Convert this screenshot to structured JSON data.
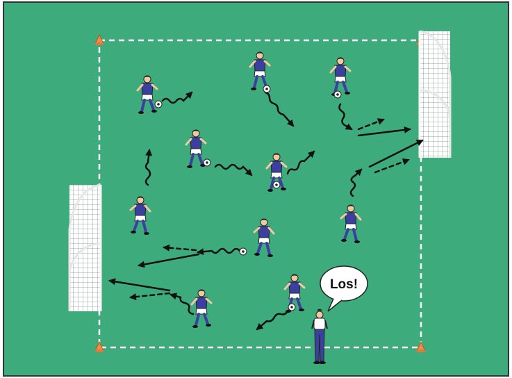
{
  "colors": {
    "field": "#3dab7b",
    "border": "#333333",
    "line": "#ffffff",
    "cone": "#f08c4a",
    "jersey": "#3b3fa0",
    "shorts": "#ffffff",
    "skin": "#f3c9a4",
    "arrow": "#111111",
    "coach_shirt": "#ffffff",
    "coach_pants": "#3b3fa0"
  },
  "speech": {
    "text": "Los!"
  },
  "players": [
    {
      "id": "p1",
      "facing": "right",
      "ball": true
    },
    {
      "id": "p2",
      "facing": "right",
      "ball": true
    },
    {
      "id": "p3",
      "facing": "right",
      "ball": true
    },
    {
      "id": "p4",
      "facing": "right",
      "ball": true
    },
    {
      "id": "p5",
      "facing": "right",
      "ball": true
    },
    {
      "id": "p6",
      "facing": "left",
      "ball": false
    },
    {
      "id": "p7",
      "facing": "left",
      "ball": false
    },
    {
      "id": "p8",
      "facing": "left",
      "ball": true
    },
    {
      "id": "p9",
      "facing": "right",
      "ball": false
    },
    {
      "id": "p10",
      "facing": "right",
      "ball": true
    },
    {
      "id": "p11",
      "facing": "right",
      "ball": true
    }
  ],
  "goals": [
    {
      "id": "goal-right",
      "side": "right"
    },
    {
      "id": "goal-left",
      "side": "left"
    }
  ]
}
